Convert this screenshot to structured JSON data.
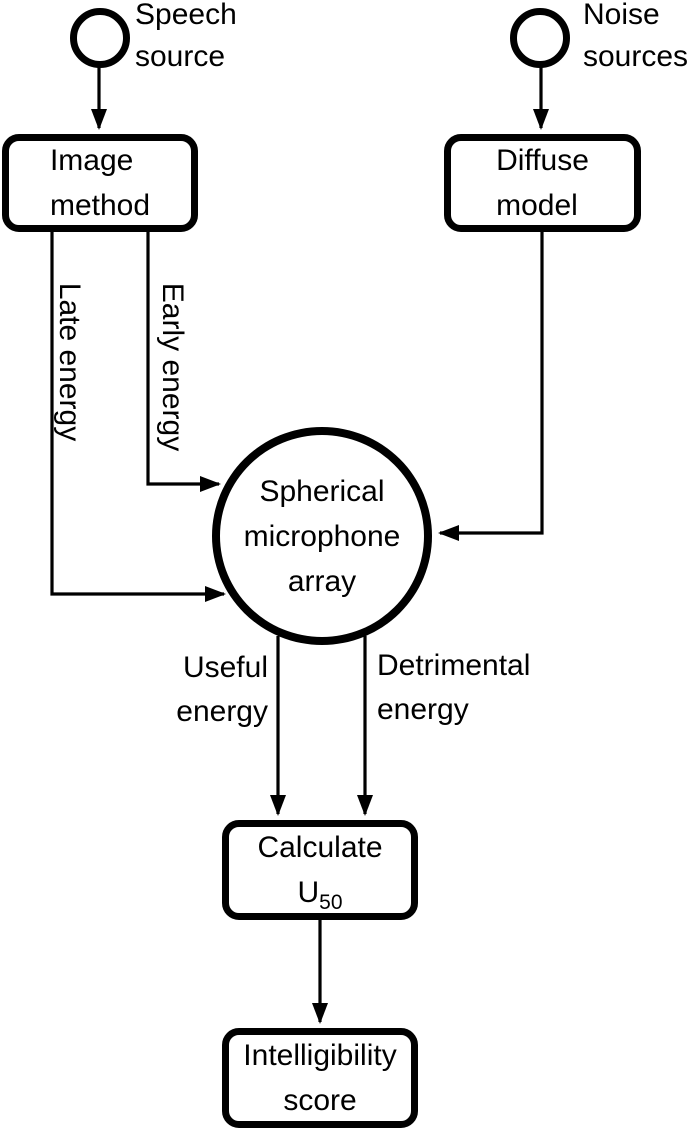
{
  "colors": {
    "ink": "#000000",
    "background": "#ffffff"
  },
  "nodes": {
    "speech_source": {
      "line1": "Speech",
      "line2": "source"
    },
    "noise_sources": {
      "line1": "Noise",
      "line2": "sources"
    },
    "image_method": {
      "line1": "Image",
      "line2": "method"
    },
    "diffuse_model": {
      "line1": "Diffuse",
      "line2": "model"
    },
    "spherical_array": {
      "line1": "Spherical",
      "line2": "microphone",
      "line3": "array"
    },
    "calculate_u50": {
      "line1": "Calculate",
      "metric_base": "U",
      "metric_sub": "50"
    },
    "intelligibility_score": {
      "line1": "Intelligibility",
      "line2": "score"
    }
  },
  "edge_labels": {
    "late_energy": "Late energy",
    "early_energy": "Early energy",
    "useful_energy": {
      "line1": "Useful",
      "line2": "energy"
    },
    "detrimental_energy": {
      "line1": "Detrimental",
      "line2": "energy"
    }
  }
}
